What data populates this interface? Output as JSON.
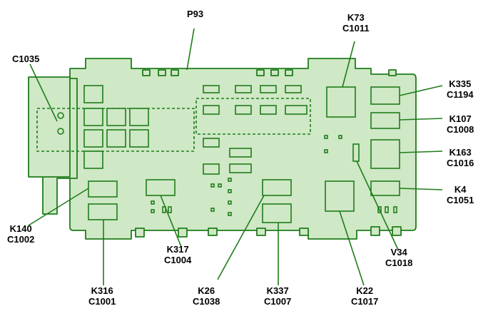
{
  "colors": {
    "background": "#ffffff",
    "fill": "#cfe8c6",
    "stroke": "#1f7d1a",
    "leader": "#1f7d1a",
    "text": "#000000"
  },
  "labels": {
    "p93": {
      "line1": "P93"
    },
    "k73": {
      "line1": "K73",
      "line2": "C1011"
    },
    "c1035": {
      "line1": "C1035"
    },
    "k335": {
      "line1": "K335",
      "line2": "C1194"
    },
    "k107": {
      "line1": "K107",
      "line2": "C1008"
    },
    "k163": {
      "line1": "K163",
      "line2": "C1016"
    },
    "k4": {
      "line1": "K4",
      "line2": "C1051"
    },
    "k140": {
      "line1": "K140",
      "line2": "C1002"
    },
    "k317": {
      "line1": "K317",
      "line2": "C1004"
    },
    "v34": {
      "line1": "V34",
      "line2": "C1018"
    },
    "k316": {
      "line1": "K316",
      "line2": "C1001"
    },
    "k26": {
      "line1": "K26",
      "line2": "C1038"
    },
    "k337": {
      "line1": "K337",
      "line2": "C1007"
    },
    "k22": {
      "line1": "K22",
      "line2": "C1017"
    }
  }
}
